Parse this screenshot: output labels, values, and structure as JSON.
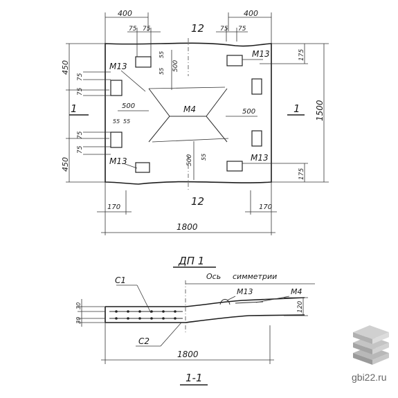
{
  "plan": {
    "dims": {
      "top_left_400": "400",
      "top_right_400": "400",
      "top_75_a": "75",
      "top_75_b": "75",
      "top_75_c": "75",
      "top_75_d": "75",
      "left_450_top": "450",
      "left_450_bottom": "450",
      "left_75_a": "75",
      "left_75_b": "75",
      "left_75_c": "75",
      "left_75_d": "75",
      "right_175_top": "175",
      "right_175_bottom": "175",
      "overall_height": "1500",
      "overall_width": "1800",
      "bottom_170_left": "170",
      "bottom_170_right": "170",
      "inner_55_a": "55",
      "inner_55_b": "55",
      "inner_55_c": "55",
      "inner_55_d": "55",
      "inner_55_e": "55",
      "inner_500_top": "500",
      "inner_500_bottom": "500",
      "inner_500_left": "500",
      "inner_500_right": "500"
    },
    "labels": {
      "section_top": "12",
      "section_bottom": "12",
      "cut_left": "1",
      "cut_right": "1",
      "part_m13_top": "М13",
      "part_m13_left_top": "М13",
      "part_m13_left_bottom": "М13",
      "part_m13_right_bottom": "М13",
      "part_m4": "М4"
    },
    "title": "ДП 1"
  },
  "section": {
    "labels": {
      "c1": "С1",
      "c2": "С2",
      "axis": "Ось",
      "symmetry": "симметрии",
      "m13": "М13",
      "m4": "М4"
    },
    "dims": {
      "left_30_top": "30",
      "left_30_bottom": "30",
      "right_120": "120",
      "width_1800": "1800"
    },
    "title": "1-1"
  },
  "watermark": {
    "site": "gbi22.ru"
  }
}
